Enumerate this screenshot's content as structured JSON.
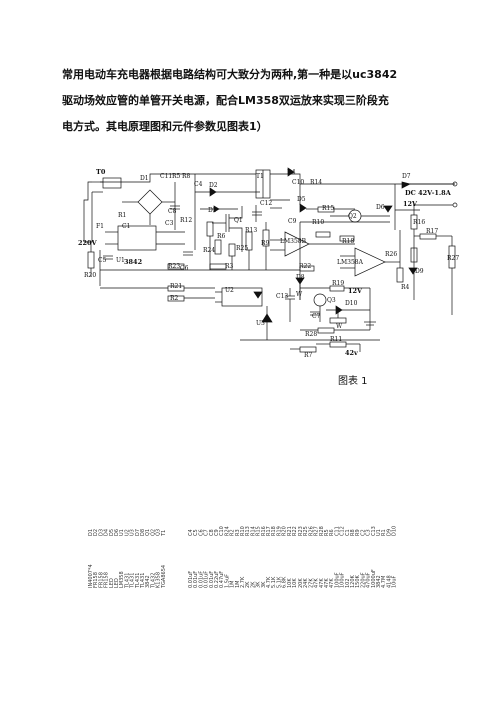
{
  "intro": {
    "line1": "常用电动车充电器根据电路结构可大致分为两种,第一种是以uc3842",
    "line2": "驱动场效应管的单管开关电源，配合LM358双运放来实现三阶段充",
    "line3": "电方式。其电原理图和元件参数见图表1）"
  },
  "schematic": {
    "labels": {
      "t0": "T0",
      "d1": "D1",
      "c11": "C11",
      "r5": "R5",
      "r8": "R8",
      "c4": "C4",
      "t1": "T1",
      "d4": "D4",
      "c10": "C10",
      "r14": "R14",
      "d7": "D7",
      "output": "DC 42V-1.8A",
      "v12a": "12V",
      "d2": "D2",
      "d3": "D3",
      "c8": "C8",
      "r12": "R12",
      "q1": "Q1",
      "c12": "C12",
      "d5": "D5",
      "r15": "R15",
      "d6": "D6",
      "r16": "R16",
      "r1": "R1",
      "c1": "C1",
      "c3": "C3",
      "f1": "F1",
      "ac": "220V",
      "r24": "R24",
      "r9": "R9",
      "r13": "R13",
      "c9": "C9",
      "r10": "R10",
      "q2": "Q2",
      "r18": "R18",
      "r17": "R17",
      "lm358b": "LM358B",
      "r6": "R6",
      "r25": "R25",
      "lm358a": "LM358A",
      "r26": "R26",
      "r27": "R27",
      "c5": "C5",
      "u1": "U1",
      "ic": "3842",
      "r23": "R23",
      "r3": "R3",
      "c6": "C6",
      "r22": "R22",
      "d8": "D8",
      "d9": "D9",
      "r4": "R4",
      "r20": "R20",
      "r21": "R21",
      "u2": "U2",
      "r19": "R19",
      "v12b": "12V",
      "r2": "R2",
      "c13": "C13",
      "c7": "C7",
      "q3": "Q3",
      "d10": "D10",
      "w": "W",
      "u3": "U3",
      "r28": "R28",
      "r11": "R11",
      "r7": "R7",
      "v42": "42v",
      "w2": "W"
    }
  },
  "caption": "图表 1",
  "parts_columns": [
    {
      "names": [
        "IN4007*4",
        "FR158",
        "FR158",
        "FR158",
        "LED",
        "LED",
        "LM358",
        "TL431",
        "TL431",
        "TL431",
        "TL431",
        "3842",
        "TL432",
        "K1358",
        "TGA8654"
      ],
      "values": [
        "D1",
        "D2",
        "D3",
        "D4",
        "D5",
        "D6",
        "U1",
        "U2",
        "U3",
        "D7",
        "D8",
        "Q1",
        "Q2",
        "Q3",
        "T1"
      ]
    },
    {
      "names": [
        "0.01uF",
        "0.01uF",
        "0.01uF",
        "0.01uF",
        "0.01uF",
        "0.22uF",
        "0.47uF",
        "1.5uF",
        "1M",
        "1M",
        "2.7K",
        "2K",
        "2K",
        "3K",
        "3K",
        "4.7K",
        "5.1K",
        "5.1K",
        "6.8K",
        "10K",
        "10K"
      ],
      "values": [
        "C4",
        "C5",
        "C6",
        "C7",
        "C8",
        "C9",
        "C10",
        "R24",
        "R2",
        "R3",
        "R10",
        "R13",
        "R14",
        "R15",
        "R16",
        "R17",
        "R18",
        "R19",
        "R20",
        "R21",
        "R22"
      ]
    },
    {
      "names": [
        "20K",
        "24K",
        "27K",
        "47K",
        "47K",
        "47K",
        "47K",
        "100uF",
        "100uF",
        "102",
        "120K",
        "150K",
        "220uF",
        "470uF",
        "1000uF",
        "3842",
        "4.7M",
        "4148",
        "10uF"
      ],
      "values": [
        "R23",
        "R25",
        "R26",
        "R27",
        "R28",
        "R5",
        "R6",
        "C11",
        "C12",
        "C1",
        "R8",
        "R9",
        "C2",
        "C3",
        "C13",
        "U1",
        "R1",
        "D9",
        "D10"
      ]
    }
  ]
}
